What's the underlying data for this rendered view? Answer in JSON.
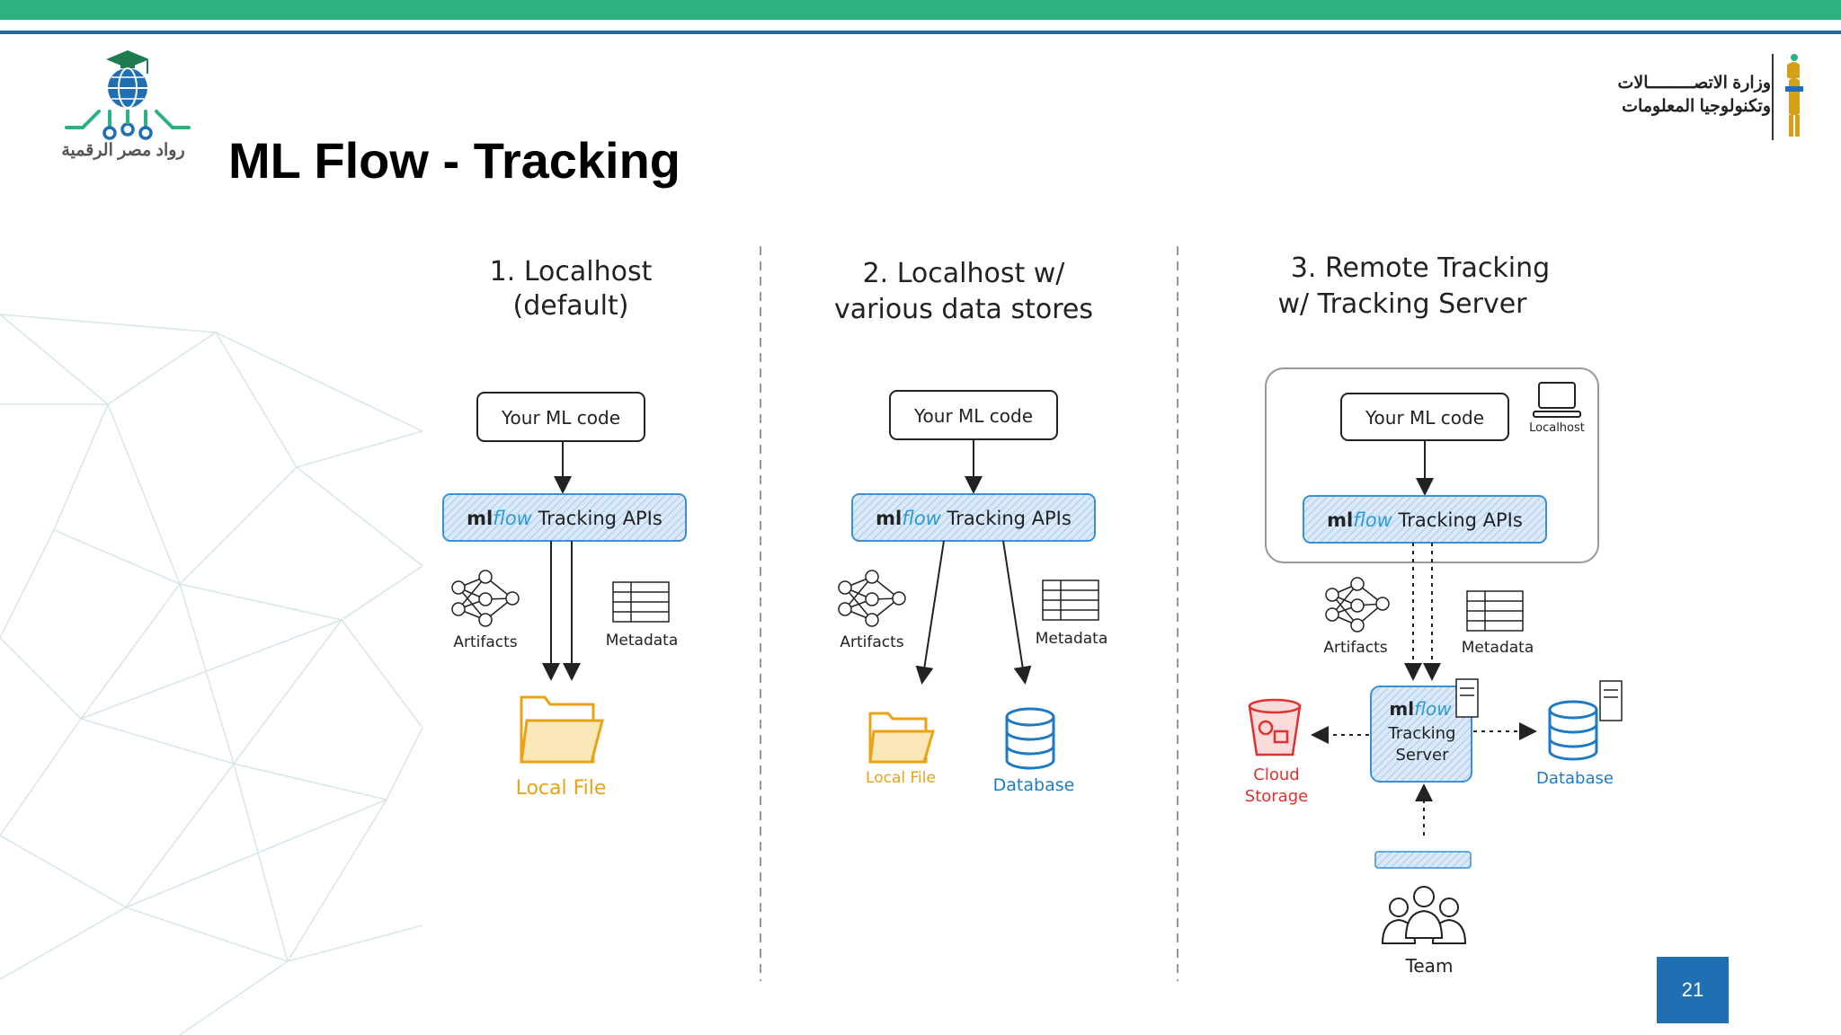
{
  "slide": {
    "title": "ML Flow - Tracking",
    "page_number": "21",
    "logo_left_text": "رواد مصر الرقمية",
    "ministry_line1": "وزارة الاتصـــــــــالات",
    "ministry_line2": "وتكنولوجيا المعلومات"
  },
  "colors": {
    "green_bar": "#2db17f",
    "blue_bar": "#1e6aa6",
    "page_box": "#1f6fb2",
    "folder_orange": "#e8a317",
    "database_blue": "#1f7ac2",
    "cloud_red": "#e03131"
  },
  "diagram": {
    "section1": {
      "heading_line1": "1. Localhost",
      "heading_line2": "(default)",
      "code_box": "Your ML code",
      "api_prefix": "ml",
      "api_flow": "flow",
      "api_suffix": " Tracking APIs",
      "artifacts_label": "Artifacts",
      "metadata_label": "Metadata",
      "local_file_label": "Local File"
    },
    "section2": {
      "heading_line1": "2. Localhost w/",
      "heading_line2": "various data stores",
      "code_box": "Your ML code",
      "api_prefix": "ml",
      "api_flow": "flow",
      "api_suffix": " Tracking APIs",
      "artifacts_label": "Artifacts",
      "metadata_label": "Metadata",
      "local_file_label": "Local File",
      "database_label": "Database"
    },
    "section3": {
      "heading_line1": "3. Remote Tracking",
      "heading_line2": "w/ Tracking Server",
      "code_box": "Your ML code",
      "localhost_label": "Localhost",
      "api_prefix": "ml",
      "api_flow": "flow",
      "api_suffix": " Tracking APIs",
      "artifacts_label": "Artifacts",
      "metadata_label": "Metadata",
      "server_prefix": "ml",
      "server_flow": "flow",
      "server_line2": "Tracking",
      "server_line3": "Server",
      "cloud_line1": "Cloud",
      "cloud_line2": "Storage",
      "database_label": "Database",
      "team_label": "Team"
    }
  }
}
